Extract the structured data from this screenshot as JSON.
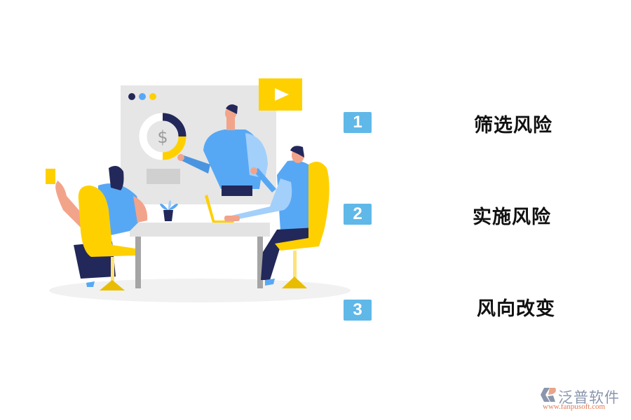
{
  "steps": [
    {
      "number": "1",
      "label": "筛选风险"
    },
    {
      "number": "2",
      "label": "实施风险"
    },
    {
      "number": "3",
      "label": "风向改变"
    }
  ],
  "logo": {
    "name": "泛普软件",
    "url": "www.fanpusoft.com"
  },
  "colors": {
    "badge": "#5fb8e8",
    "accent_yellow": "#ffd000",
    "navy": "#23285a",
    "blue": "#57a8f4",
    "light_blue": "#a3cffb",
    "skin": "#f2a48a",
    "board_gray": "#e6e6e6"
  }
}
